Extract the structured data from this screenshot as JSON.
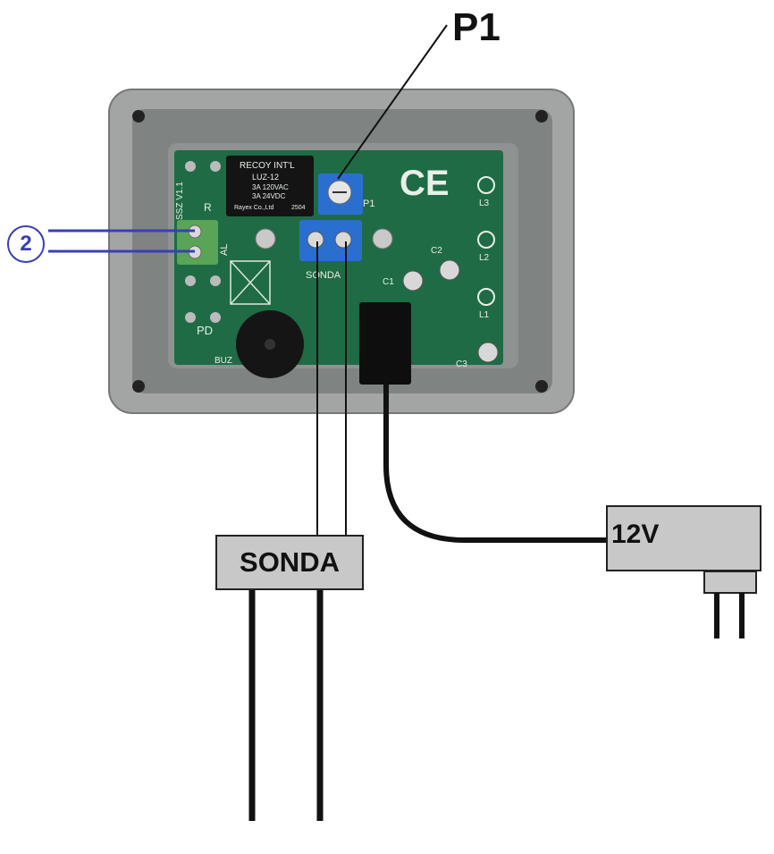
{
  "callouts": {
    "p1": "P1",
    "circle_number": "2"
  },
  "boxes": {
    "sonda": "SONDA",
    "power": "12V"
  },
  "pcb_labels": {
    "relay_brand": "RECOY INT'L",
    "relay_model": "LUZ-12",
    "relay_rating_ac": "3A 120VAC",
    "relay_rating_dc": "3A 24VDC",
    "relay_maker": "Rayex Co.,Ltd",
    "relay_code": "2504",
    "board_name": "SSZ V1.1",
    "terminal_r": "R",
    "terminal_al": "AL",
    "pd": "PD",
    "buz": "BUZ",
    "sonda_silk": "SONDA",
    "p1_silk": "P1",
    "ce": "CE",
    "c1": "C1",
    "c2": "C2",
    "c3": "C3",
    "l1": "L1",
    "l2": "L2",
    "l3": "L3"
  },
  "colors": {
    "enclosure": "#9a9c9b",
    "enclosure_inner": "#7f8382",
    "pcb": "#1f6b45",
    "terminal_blue": "#2a6fd0",
    "terminal_green": "#5aa457",
    "callout_blue": "#3a3fb5",
    "box_fill": "#c8c8c8"
  }
}
